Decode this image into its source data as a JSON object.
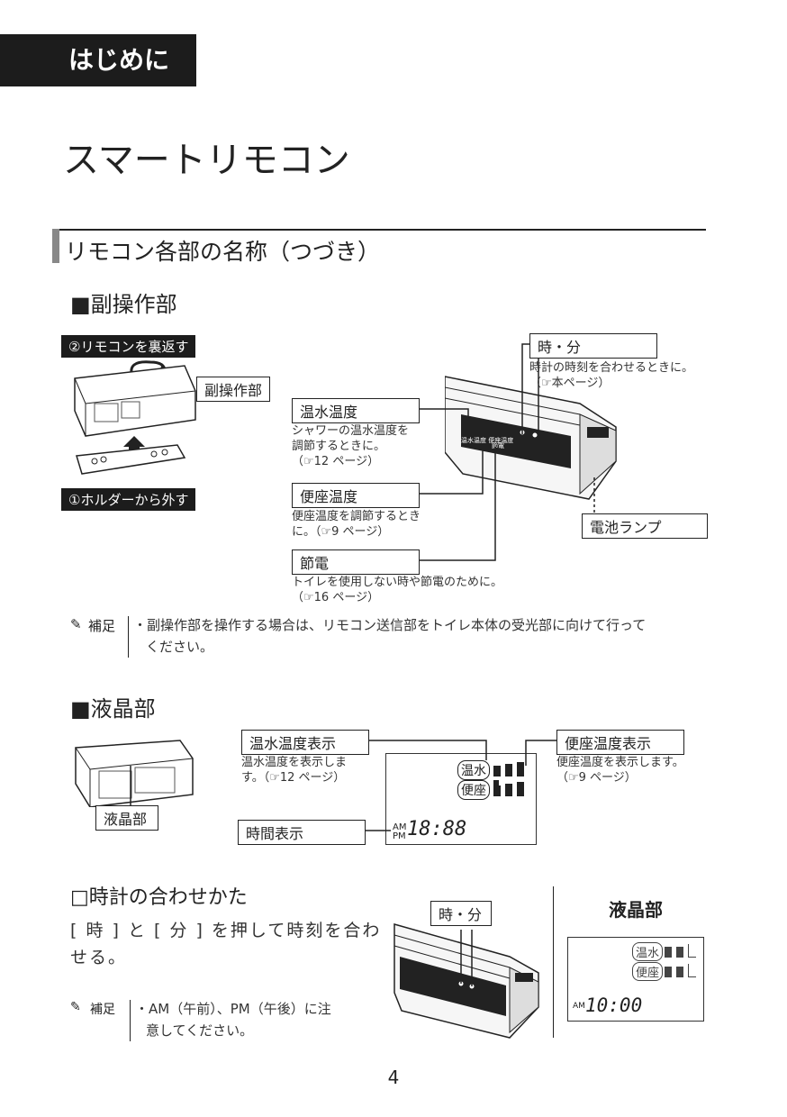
{
  "header": {
    "tab": "はじめに",
    "title": "スマートリモコン"
  },
  "section": {
    "title": "リモコン各部の名称（つづき）"
  },
  "sub_ops": {
    "heading": "■副操作部",
    "step2": "②リモコンを裏返す",
    "step1": "①ホルダーから外す",
    "part_label": "副操作部",
    "time": {
      "label": "時・分",
      "desc1": "時計の時刻を合わせるときに。",
      "desc2": "（☞本ページ）"
    },
    "water_temp": {
      "label": "温水温度",
      "desc1": "シャワーの温水温度を",
      "desc2": "調節するときに。",
      "desc3": "（☞12 ページ）"
    },
    "seat_temp": {
      "label": "便座温度",
      "desc1": "便座温度を調節するとき",
      "desc2": "に。（☞9 ページ）"
    },
    "eco": {
      "label": "節電",
      "desc1": "トイレを使用しない時や節電のために。",
      "desc2": "（☞16 ページ）"
    },
    "battery": {
      "label": "電池ランプ"
    },
    "panel_labels": [
      "温水温度 便座温度",
      "節電"
    ]
  },
  "note1": {
    "label": "補足",
    "line1": "・副操作部を操作する場合は、リモコン送信部をトイレ本体の受光部に向けて行って",
    "line2": "ください。"
  },
  "lcd_section": {
    "heading": "■液晶部",
    "part_label": "液晶部",
    "water_display": {
      "label": "温水温度表示",
      "desc1": "温水温度を表示しま",
      "desc2": "す。（☞12 ページ）"
    },
    "seat_display": {
      "label": "便座温度表示",
      "desc1": "便座温度を表示します。",
      "desc2": "（☞9 ページ）"
    },
    "time_display": {
      "label": "時間表示"
    },
    "lcd": {
      "water": "温水",
      "seat": "便座",
      "am": "AM",
      "pm": "PM",
      "time": "18:88"
    }
  },
  "clock": {
    "heading": "□時計の合わせかた",
    "text1": "[ 時 ] と [ 分 ] を押して時刻を合わ",
    "text2": "せる。",
    "button_label": "時・分",
    "lcd_title": "液晶部",
    "lcd": {
      "water": "温水",
      "seat": "便座",
      "am": "AM",
      "time": "10:00"
    }
  },
  "note2": {
    "label": "補足",
    "line1": "・AM（午前）、PM（午後）に注",
    "line2": "意してください。"
  },
  "page_number": "4"
}
